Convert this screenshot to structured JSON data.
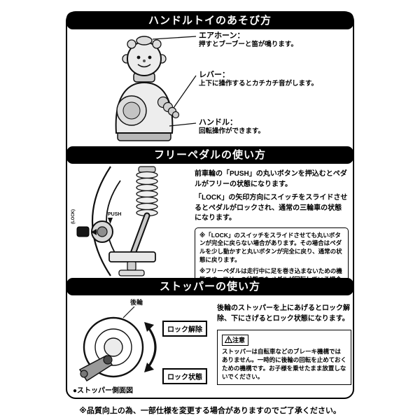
{
  "section1": {
    "title": "ハンドルトイのあそび方",
    "labels": [
      {
        "term": "エアホーン：",
        "desc": "押すとブーブーと笛が鳴ります。"
      },
      {
        "term": "レバー：",
        "desc": "上下に操作するとカチカチ音がします。"
      },
      {
        "term": "ハンドル：",
        "desc": "回転操作ができます。"
      }
    ]
  },
  "section2": {
    "title": "フリーペダルの使い方",
    "para1": "前車輪の「PUSH」の丸いボタンを押込むとペダルがフリーの状態になります。",
    "para2": "「LOCK」の矢印方向にスイッチをスライドさせるとペダルがロックされ、通常の三輪車の状態になります。",
    "note1": "※「LOCK」のスイッチをスライドさせても丸いボタンが完全に戻らない場合があります。その場合はペダルを少し動かすと丸いボタンが完全に戻り、通常の状態に戻ります。",
    "note2": "※フリーペダルは走行中に足を巻き込まないための機能です。フリーの状態でもペダルが回転している場合がありますが、足に当たると回転が止まります。",
    "push_label": "PUSH",
    "lock_label": "(LOCK)"
  },
  "section3": {
    "title": "ストッパーの使い方",
    "para": "後輪のストッパーを上にあげるとロック解除、下にさげるとロック状態になります。",
    "wheel_label": "後輪",
    "badge_unlock": "ロック解除",
    "badge_lock": "ロック状態",
    "caption": "●ストッパー側面図",
    "caution_title": "注意",
    "caution_text": "ストッパーは自転車などのブレーキ機構ではありません。一時的に後輪の回転を止めておくための機構です。お子様を乗せたまま放置しないでください。"
  },
  "footer_note": "※品質向上の為、一部仕様を変更する場合がありますのでご了承ください。",
  "colors": {
    "ink": "#000000",
    "paper": "#ffffff",
    "gray_fill": "#d8d8d8"
  }
}
